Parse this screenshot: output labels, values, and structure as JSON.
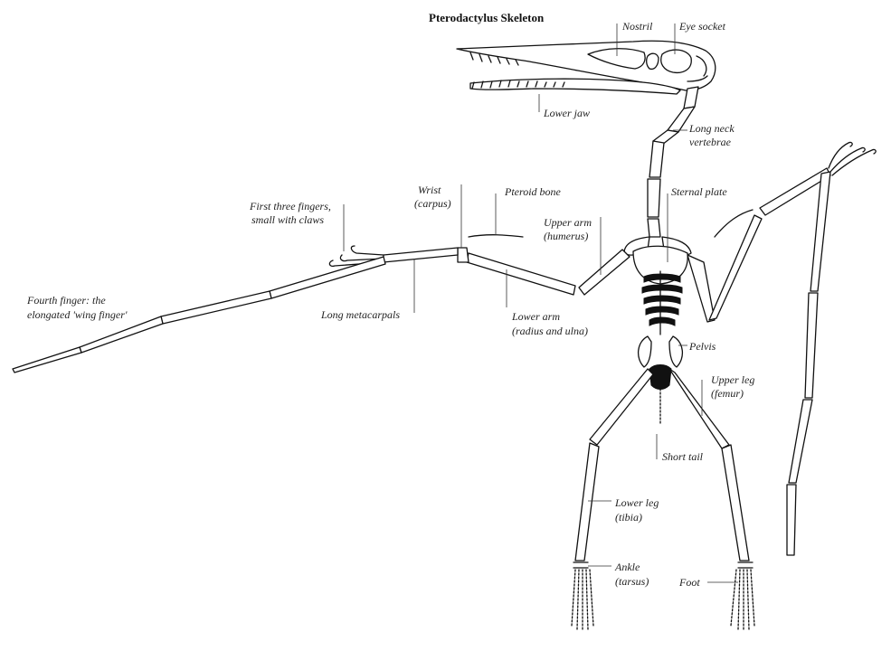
{
  "title": "Pterodactylus Skeleton",
  "labels": {
    "nostril": "Nostril",
    "eye_socket": "Eye socket",
    "lower_jaw": "Lower jaw",
    "long_neck_1": "Long neck",
    "long_neck_2": "vertebrae",
    "first_fingers_1": "First three fingers,",
    "first_fingers_2": "small with claws",
    "wrist_1": "Wrist",
    "wrist_2": "(carpus)",
    "pteroid": "Pteroid bone",
    "sternal": "Sternal plate",
    "upper_arm_1": "Upper arm",
    "upper_arm_2": "(humerus)",
    "fourth_finger_1": "Fourth finger: the",
    "fourth_finger_2": "elongated 'wing finger'",
    "long_metacarpals": "Long metacarpals",
    "lower_arm_1": "Lower arm",
    "lower_arm_2": "(radius and ulna)",
    "pelvis": "Pelvis",
    "upper_leg_1": "Upper leg",
    "upper_leg_2": "(femur)",
    "short_tail": "Short tail",
    "lower_leg_1": "Lower leg",
    "lower_leg_2": "(tibia)",
    "ankle_1": "Ankle",
    "ankle_2": "(tarsus)",
    "foot": "Foot"
  }
}
